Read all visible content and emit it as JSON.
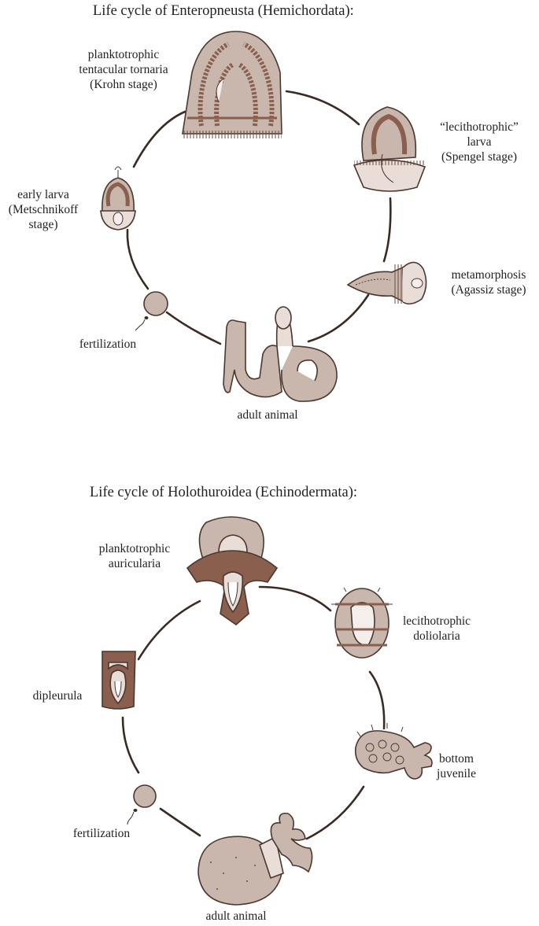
{
  "colors": {
    "ring": "#3b2a24",
    "outline": "#4a372f",
    "dark_fill": "#8a5f4e",
    "mid_fill": "#c9b6ad",
    "light_fill": "#e8ddd7",
    "pale_fill": "#f4efec",
    "text": "#231f20"
  },
  "top_cycle": {
    "title": "Life cycle of Enteropneusta (Hemichordata):",
    "stages": {
      "tornaria": {
        "lines": [
          "planktotrophic",
          "tentacular tornaria",
          "(Krohn stage)"
        ],
        "icon": "tornaria-larva-icon"
      },
      "spengel": {
        "lines": [
          "“lecithotrophic”",
          "larva",
          "(Spengel stage)"
        ],
        "icon": "spengel-larva-icon"
      },
      "agassiz": {
        "lines": [
          "metamorphosis",
          "(Agassiz stage)"
        ],
        "icon": "agassiz-larva-icon"
      },
      "adult": {
        "lines": [
          "adult animal"
        ],
        "icon": "acorn-worm-icon"
      },
      "fertilization": {
        "lines": [
          "fertilization"
        ],
        "icon": "egg-sperm-icon"
      },
      "metschnikoff": {
        "lines": [
          "early larva",
          "(Metschnikoff",
          "stage)"
        ],
        "icon": "early-larva-icon"
      }
    }
  },
  "bottom_cycle": {
    "title": "Life cycle of Holothuroidea (Echinodermata):",
    "stages": {
      "auricularia": {
        "lines": [
          "planktotrophic",
          "auricularia"
        ],
        "icon": "auricularia-larva-icon"
      },
      "doliolaria": {
        "lines": [
          "lecithotrophic",
          "doliolaria"
        ],
        "icon": "doliolaria-larva-icon"
      },
      "juvenile": {
        "lines": [
          "bottom",
          "juvenile"
        ],
        "icon": "juvenile-holothurian-icon"
      },
      "adult": {
        "lines": [
          "adult animal"
        ],
        "icon": "sea-cucumber-icon"
      },
      "fertilization": {
        "lines": [
          "fertilization"
        ],
        "icon": "egg-sperm-icon"
      },
      "dipleurula": {
        "lines": [
          "dipleurula"
        ],
        "icon": "dipleurula-larva-icon"
      }
    }
  }
}
